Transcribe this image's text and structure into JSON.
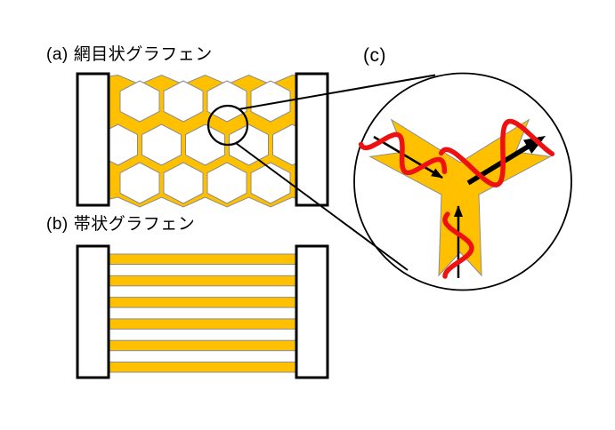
{
  "panels": {
    "a": {
      "index_label": "(a)",
      "title": "網目状グラフェン"
    },
    "b": {
      "index_label": "(b)",
      "title": "帯状グラフェン"
    },
    "c": {
      "index_label": "(c)"
    }
  },
  "colors": {
    "graphene": "#FFC000",
    "graphene_outline": "#8C8C8C",
    "wave": "#EE1111",
    "ink": "#000000",
    "electrode_fill": "#FFFFFF",
    "background": "#FFFFFF"
  }
}
